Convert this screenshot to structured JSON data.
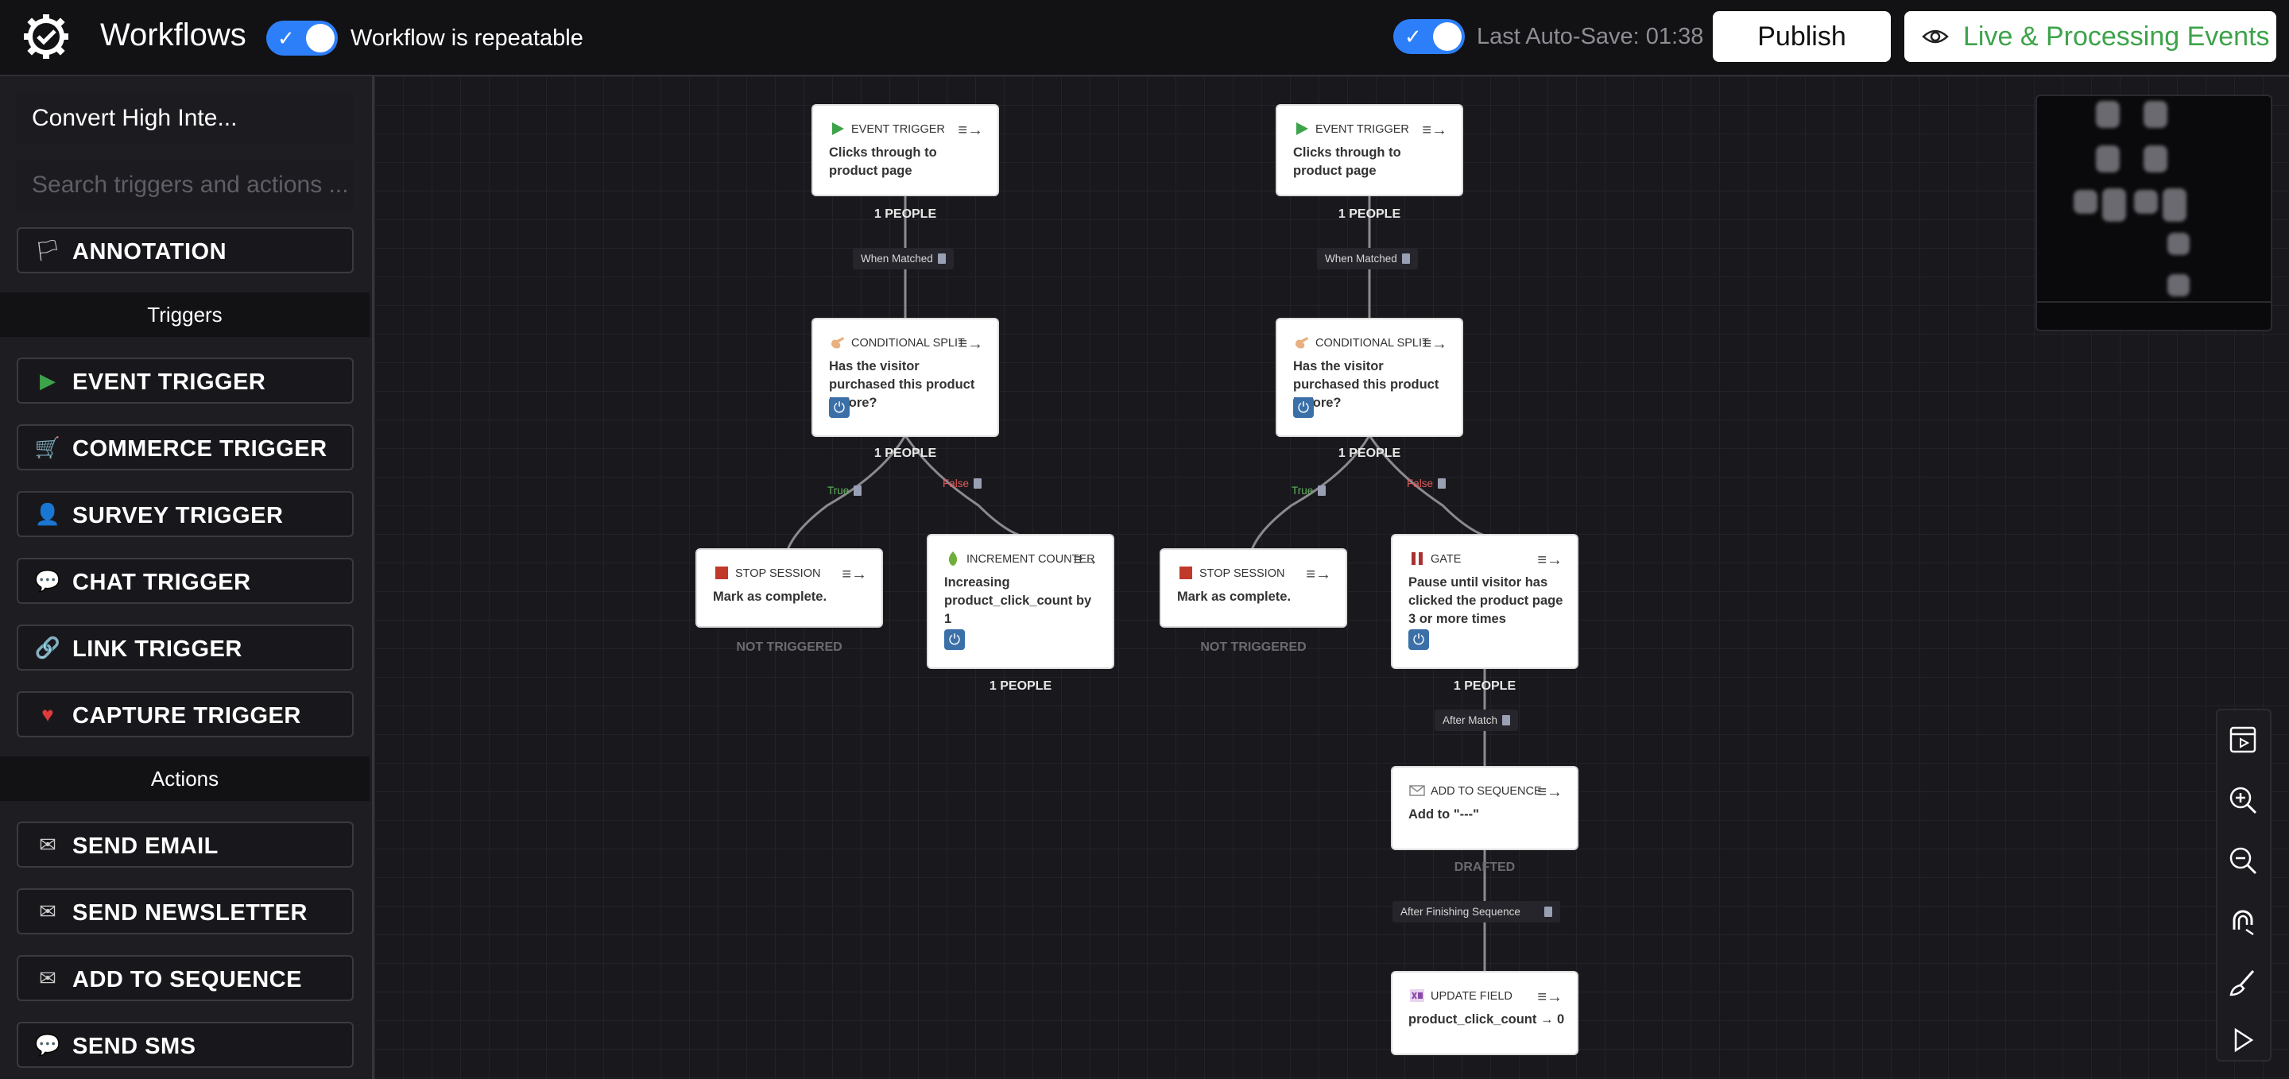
{
  "header": {
    "title": "Workflows",
    "repeatable_label": "Workflow is repeatable",
    "autosave_label": "Last Auto-Save: 01:38",
    "publish_label": "Publish",
    "live_label": "Live & Processing Events",
    "check_glyph": "✓"
  },
  "sidebar": {
    "workflow_name": "Convert High Inte...",
    "search_placeholder": "Search triggers and actions ...",
    "annotation": {
      "label": "ANNOTATION",
      "icon": "flag-icon",
      "glyph": "🏳"
    },
    "triggers_heading": "Triggers",
    "triggers": [
      {
        "label": "EVENT TRIGGER",
        "icon": "play-icon",
        "glyph": "▶",
        "color": "#3da34a"
      },
      {
        "label": "COMMERCE TRIGGER",
        "icon": "cart-icon",
        "glyph": "🛒",
        "color": "#e05a5a"
      },
      {
        "label": "SURVEY TRIGGER",
        "icon": "person-icon",
        "glyph": "👤",
        "color": "#e8b080"
      },
      {
        "label": "CHAT TRIGGER",
        "icon": "chat-icon",
        "glyph": "💬",
        "color": "#9ab0e0"
      },
      {
        "label": "LINK TRIGGER",
        "icon": "link-icon",
        "glyph": "🔗",
        "color": "#aaaaaa"
      },
      {
        "label": "CAPTURE TRIGGER",
        "icon": "heart-icon",
        "glyph": "♥",
        "color": "#e03a3a"
      }
    ],
    "actions_heading": "Actions",
    "actions": [
      {
        "label": "SEND EMAIL",
        "icon": "envelope-icon",
        "glyph": "✉",
        "color": "#cccccc"
      },
      {
        "label": "SEND NEWSLETTER",
        "icon": "envelope-icon",
        "glyph": "✉",
        "color": "#cccccc"
      },
      {
        "label": "ADD TO SEQUENCE",
        "icon": "envelope-icon",
        "glyph": "✉",
        "color": "#cccccc"
      },
      {
        "label": "SEND SMS",
        "icon": "chat-icon",
        "glyph": "💬",
        "color": "#cccccc"
      }
    ]
  },
  "canvas": {
    "nodes": [
      {
        "id": "n1",
        "type": "EVENT TRIGGER",
        "icon": "play-icon",
        "text": "Clicks through to product page",
        "power": false
      },
      {
        "id": "n2",
        "type": "CONDITIONAL SPLIT",
        "icon": "hand-icon",
        "text": "Has the visitor purchased this product before?",
        "power": true
      },
      {
        "id": "n3",
        "type": "STOP SESSION",
        "icon": "stop-icon",
        "text": "Mark as complete.",
        "power": false
      },
      {
        "id": "n4",
        "type": "INCREMENT COUNTER",
        "icon": "counter-icon",
        "text": "Increasing product_click_count by 1",
        "power": true
      },
      {
        "id": "n5",
        "type": "EVENT TRIGGER",
        "icon": "play-icon",
        "text": "Clicks through to product page",
        "power": false
      },
      {
        "id": "n6",
        "type": "CONDITIONAL SPLIT",
        "icon": "hand-icon",
        "text": "Has the visitor purchased this product before?",
        "power": true
      },
      {
        "id": "n7",
        "type": "STOP SESSION",
        "icon": "stop-icon",
        "text": "Mark as complete.",
        "power": false
      },
      {
        "id": "n8",
        "type": "GATE",
        "icon": "gate-icon",
        "text": "Pause until visitor has clicked the product page 3 or more times",
        "power": true
      },
      {
        "id": "n9",
        "type": "ADD TO SEQUENCE",
        "icon": "envelope-icon",
        "text": "Add to \"---\"",
        "power": false
      },
      {
        "id": "n10",
        "type": "UPDATE FIELD",
        "icon": "field-icon",
        "text": "product_click_count → 0",
        "power": false
      }
    ],
    "counts": {
      "c1": "1 PEOPLE",
      "c2": "1 PEOPLE",
      "c3": "NOT TRIGGERED",
      "c4": "1 PEOPLE",
      "c5": "1 PEOPLE",
      "c6": "1 PEOPLE",
      "c7": "NOT TRIGGERED",
      "c8": "1 PEOPLE",
      "c9": "DRAFTED"
    },
    "edge_labels": {
      "when_matched": "When Matched",
      "true_label": "True",
      "false_label": "False",
      "after_match": "After Match",
      "after_finishing": "After Finishing Sequence"
    },
    "menu_glyph": "≡→",
    "power_glyph": "⏻"
  },
  "tools": [
    "preview-icon",
    "zoom-in-icon",
    "zoom-out-icon",
    "magnet-icon",
    "brush-icon",
    "play-icon"
  ]
}
